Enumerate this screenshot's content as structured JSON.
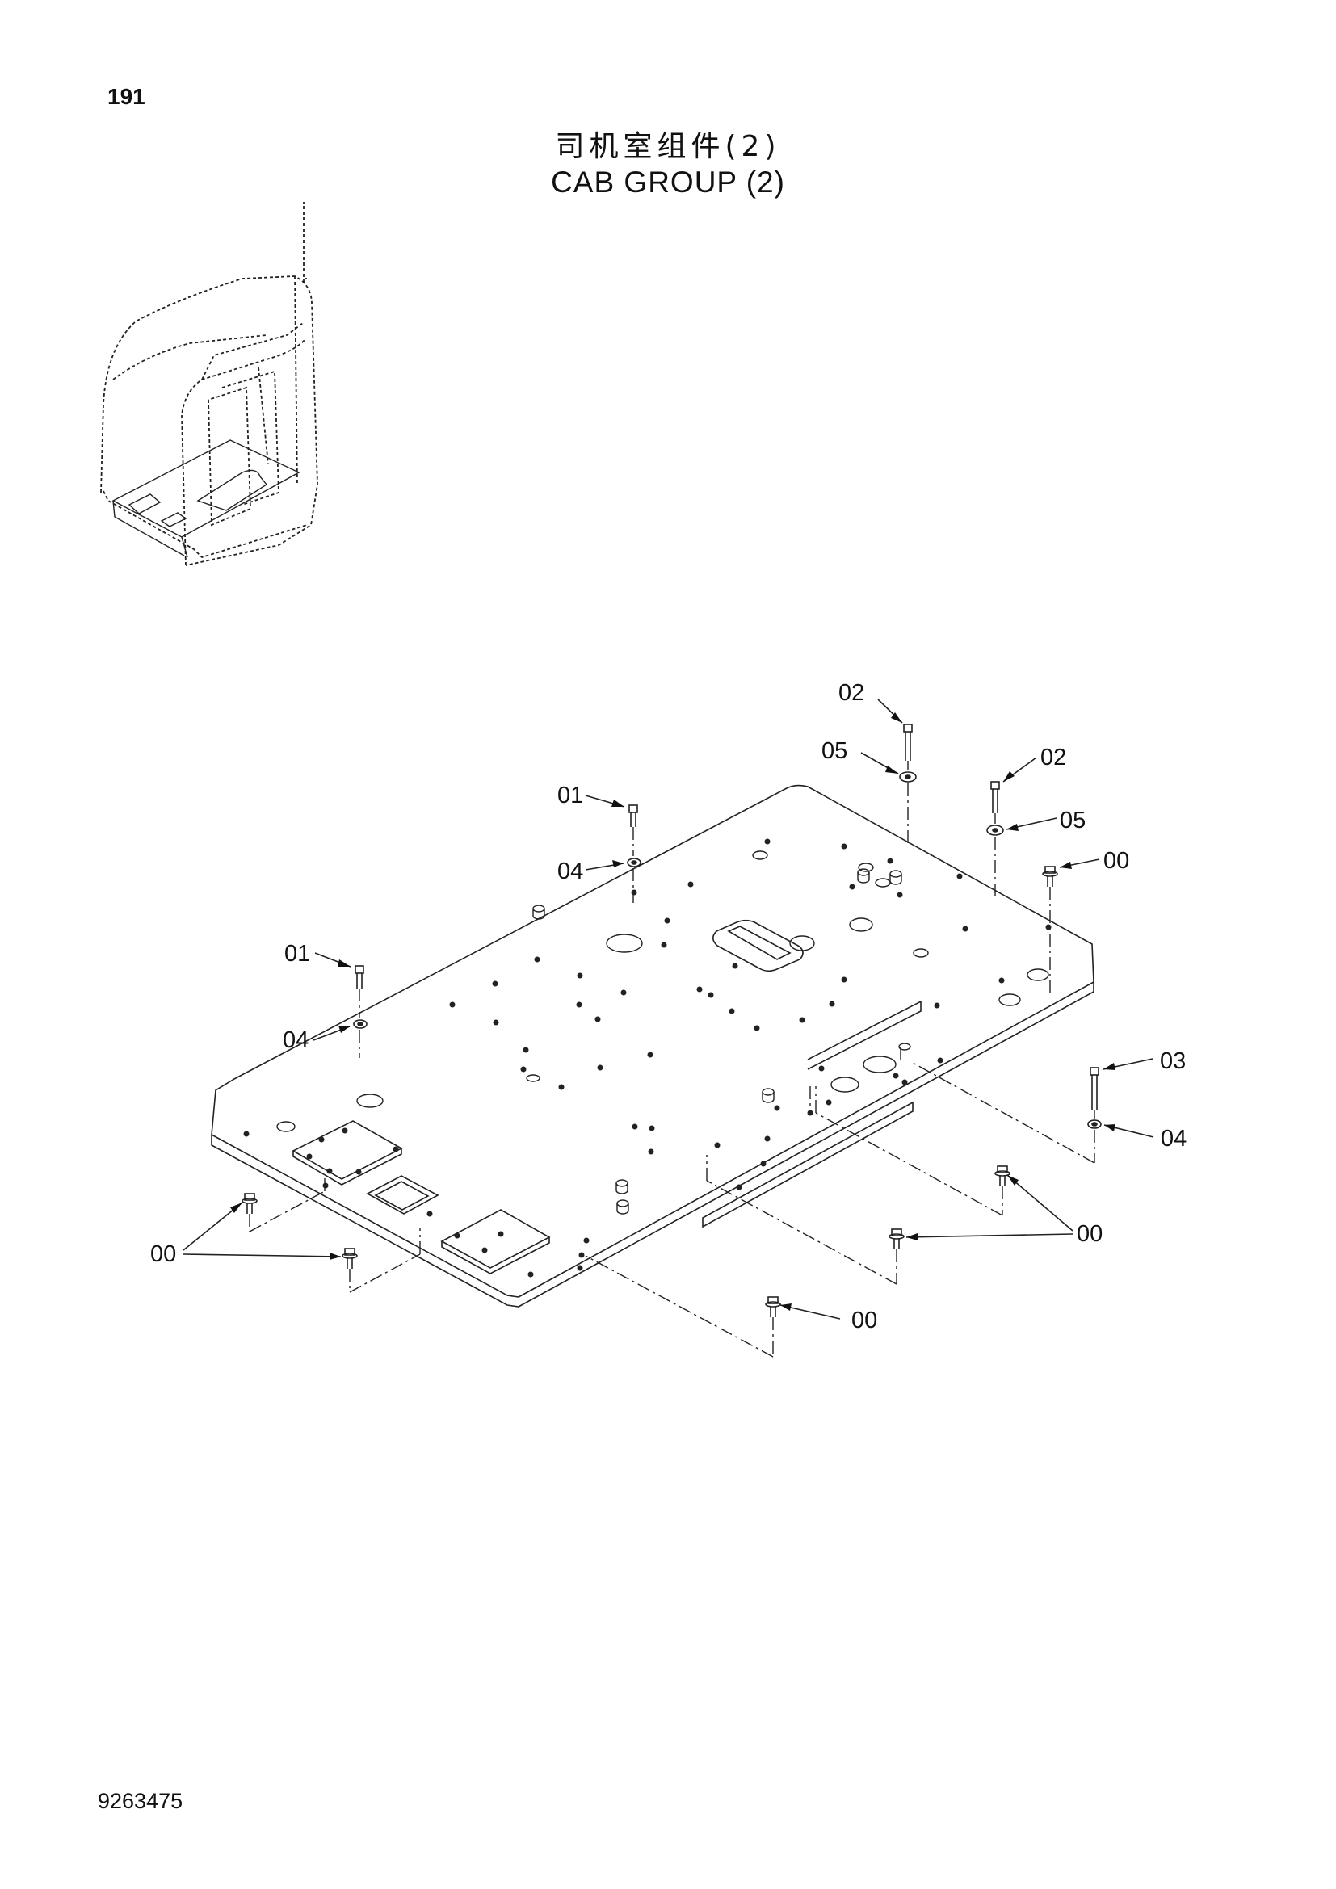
{
  "page_number": "191",
  "title_cn": "司机室组件(2)",
  "title_en": "CAB GROUP (2)",
  "doc_number": "9263475",
  "callouts": {
    "c01a": "01",
    "c04a": "04",
    "c01b": "01",
    "c04b": "04",
    "c02a": "02",
    "c05a": "05",
    "c02b": "02",
    "c05b": "05",
    "c00a": "00",
    "c03": "03",
    "c04c": "04",
    "c00b": "00",
    "c00c": "00",
    "c00d": "00"
  }
}
